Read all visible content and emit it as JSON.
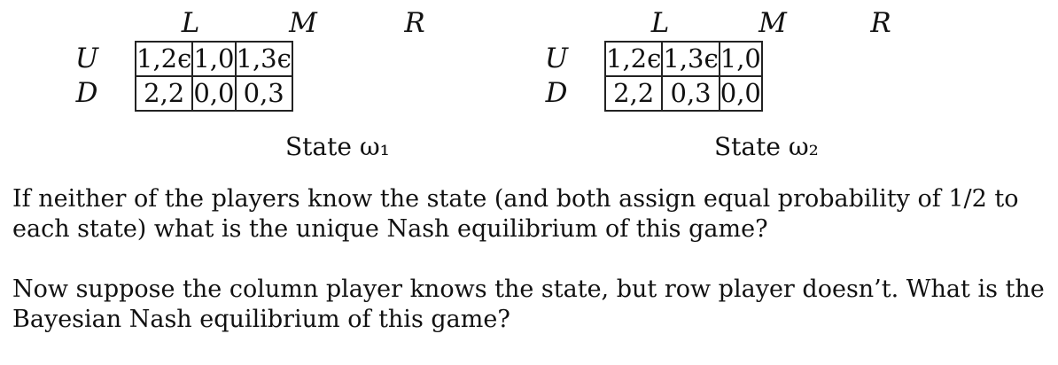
{
  "games": [
    {
      "columns": [
        "L",
        "M",
        "R"
      ],
      "rows": [
        {
          "label": "U",
          "cells": [
            "1,2ϵ",
            "1,0",
            "1,3ϵ"
          ]
        },
        {
          "label": "D",
          "cells": [
            "2,2",
            "0,0",
            "0,3"
          ]
        }
      ],
      "caption": "State ω₁"
    },
    {
      "columns": [
        "L",
        "M",
        "R"
      ],
      "rows": [
        {
          "label": "U",
          "cells": [
            "1,2ϵ",
            "1,3ϵ",
            "1,0"
          ]
        },
        {
          "label": "D",
          "cells": [
            "2,2",
            "0,3",
            "0,0"
          ]
        }
      ],
      "caption": "State ω₂"
    }
  ],
  "questions": [
    "If neither of the players know the state (and both assign equal probability of 1/2 to each state) what is the unique Nash equilibrium of this game?",
    "Now suppose the column player knows the state, but row player doesn’t. What is the Bayesian Nash equilibrium of this game?"
  ]
}
